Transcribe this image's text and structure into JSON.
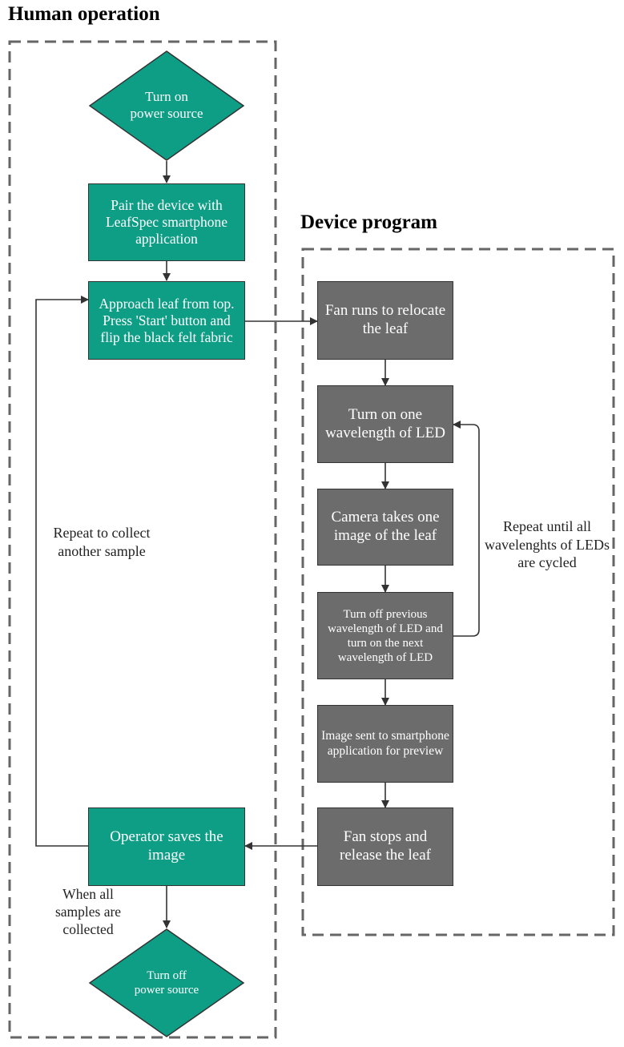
{
  "sections": {
    "human": "Human operation",
    "device": "Device program"
  },
  "human_steps": {
    "power_on": "Turn on power source",
    "pair": "Pair the device with LeafSpec smartphone application",
    "approach": "Approach leaf from top. Press 'Start' button and flip the black felt fabric",
    "save": "Operator saves the image",
    "power_off": "Turn off power source"
  },
  "device_steps": {
    "fan_runs": "Fan runs to relocate the leaf",
    "led_on": "Turn on one wavelength of LED",
    "camera": "Camera takes one image of the leaf",
    "led_next": "Turn off previous wavelength of LED and turn on the next wavelength of LED",
    "send": "Image sent to smartphone application for preview",
    "fan_stops": "Fan stops and release the leaf"
  },
  "notes": {
    "repeat_sample": "Repeat to collect another sample",
    "repeat_led": "Repeat until all wavelenghts of LEDs are cycled",
    "all_collected": "When all samples are collected"
  },
  "colors": {
    "human_fill": "#0e9e86",
    "device_fill": "#6c6c6c",
    "line": "#333333"
  }
}
